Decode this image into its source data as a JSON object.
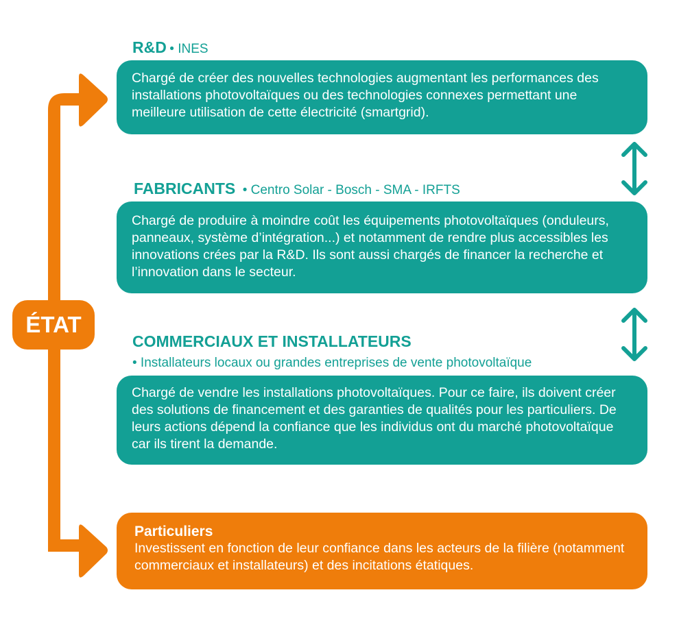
{
  "colors": {
    "teal": "#13a095",
    "orange": "#ef7d0b"
  },
  "etat": {
    "label": "ÉTAT"
  },
  "rd": {
    "title": "R&D",
    "actors": "• INES",
    "text": "Chargé de créer des nouvelles technologies augmentant les performances des installations photovoltaïques ou des technologies connexes permettant une meilleure utilisation de cette électricité (smartgrid)."
  },
  "fabricants": {
    "title": "FABRICANTS",
    "actors": "• Centro Solar - Bosch - SMA - IRFTS",
    "text": "Chargé de produire à moindre coût les équipements photovoltaïques (onduleurs, panneaux, système d’intégration...) et notamment de rendre plus accessibles les innovations crées par la R&D. Ils sont aussi chargés de financer la recherche et l’innovation dans le secteur."
  },
  "commerciaux": {
    "title": "COMMERCIAUX ET INSTALLATEURS",
    "actors": "• Installateurs locaux ou grandes entreprises de vente photovoltaïque",
    "text": "Chargé de vendre les installations photovoltaïques. Pour ce faire, ils doivent créer des solutions de financement et des garanties de qualités pour les particuliers. De leurs actions dépend la confiance que les individus ont du marché photovoltaïque car ils tirent la demande."
  },
  "particuliers": {
    "title": "Particuliers",
    "text": "Investissent en fonction de leur confiance dans les acteurs de la filière (notamment commerciaux et installateurs) et des incitations étatiques."
  }
}
